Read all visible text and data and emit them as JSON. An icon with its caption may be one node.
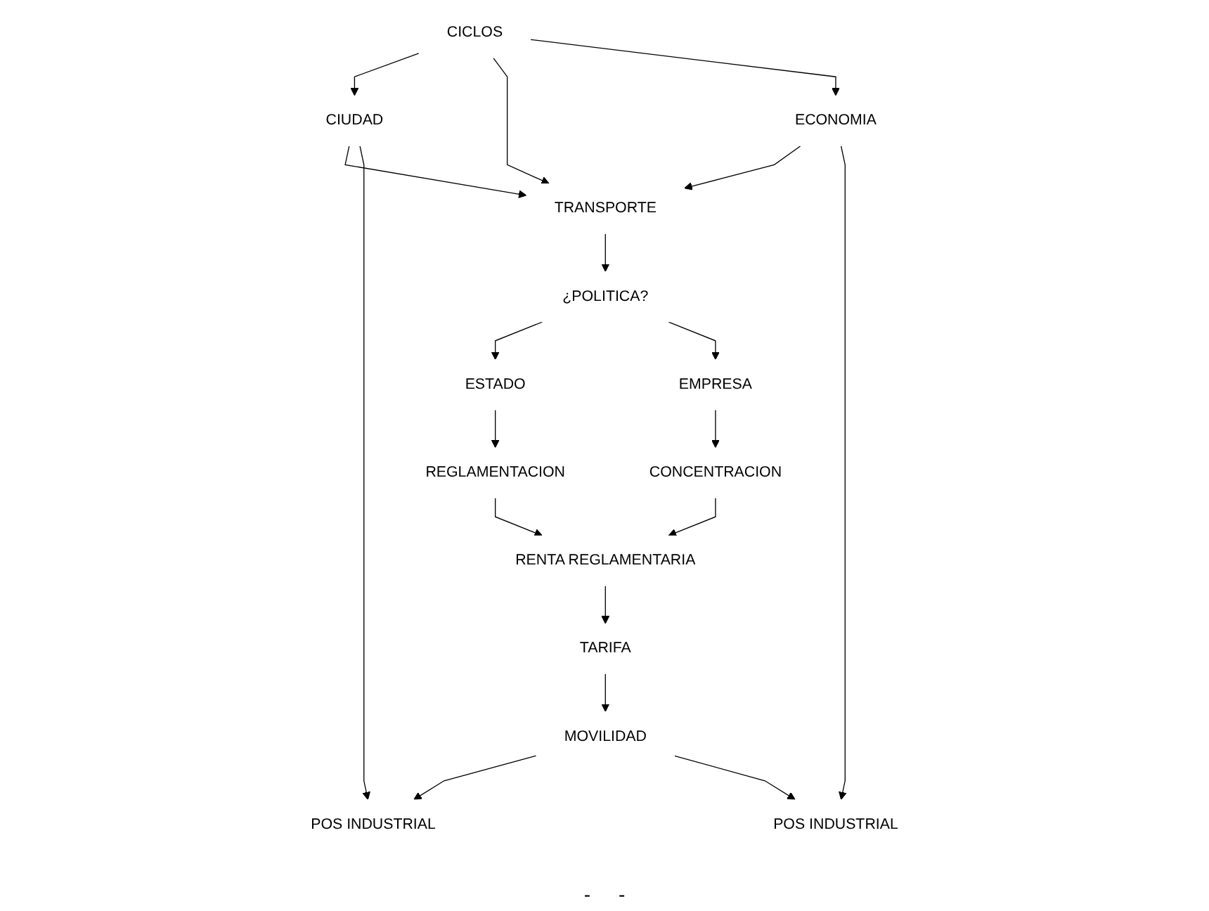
{
  "diagram": {
    "nodes": [
      {
        "text": [
          "CICLOS"
        ]
      },
      {
        "text": [
          "CIUDAD"
        ]
      },
      {
        "text": [
          "TRANSPORTE"
        ]
      },
      {
        "text": [
          "ECONOMIA"
        ]
      },
      {
        "text": [
          "POS INDUSTRIAL"
        ]
      },
      {
        "text": [
          "¿POLITICA?"
        ]
      },
      {
        "text": [
          "POS INDUSTRIAL"
        ]
      },
      {
        "text": [
          "ESTADO"
        ]
      },
      {
        "text": [
          "EMPRESA"
        ]
      },
      {
        "text": [
          "REGLAMENTACION"
        ]
      },
      {
        "text": [
          "CONCENTRACION"
        ]
      },
      {
        "text": [
          "RENTA REGLAMENTARIA"
        ]
      },
      {
        "text": [
          "TARIFA"
        ]
      },
      {
        "text": [
          "MOVILIDAD"
        ]
      }
    ],
    "edges": [
      {
        "from": 0,
        "to": 1,
        "arrow": "to"
      },
      {
        "from": 0,
        "to": 2,
        "arrow": "to"
      },
      {
        "from": 0,
        "to": 3,
        "arrow": "to"
      },
      {
        "from": 1,
        "to": 2,
        "arrow": "to"
      },
      {
        "from": 3,
        "to": 2,
        "arrow": "to"
      },
      {
        "from": 1,
        "to": 4,
        "arrow": "to"
      },
      {
        "from": 2,
        "to": 5,
        "arrow": "to"
      },
      {
        "from": 3,
        "to": 6,
        "arrow": "to"
      },
      {
        "from": 5,
        "to": 7,
        "arrow": "to"
      },
      {
        "from": 5,
        "to": 8,
        "arrow": "to"
      },
      {
        "from": 7,
        "to": 9,
        "arrow": "to"
      },
      {
        "from": 8,
        "to": 10,
        "arrow": "to"
      },
      {
        "from": 9,
        "to": 11,
        "arrow": "to"
      },
      {
        "from": 10,
        "to": 11,
        "arrow": "to"
      },
      {
        "from": 11,
        "to": 12,
        "arrow": "to"
      },
      {
        "from": 12,
        "to": 13,
        "arrow": "to"
      },
      {
        "from": 13,
        "to": 4,
        "arrow": "to"
      },
      {
        "from": 13,
        "to": 6,
        "arrow": "to"
      }
    ],
    "labels": [
      "-",
      "-"
    ]
  }
}
